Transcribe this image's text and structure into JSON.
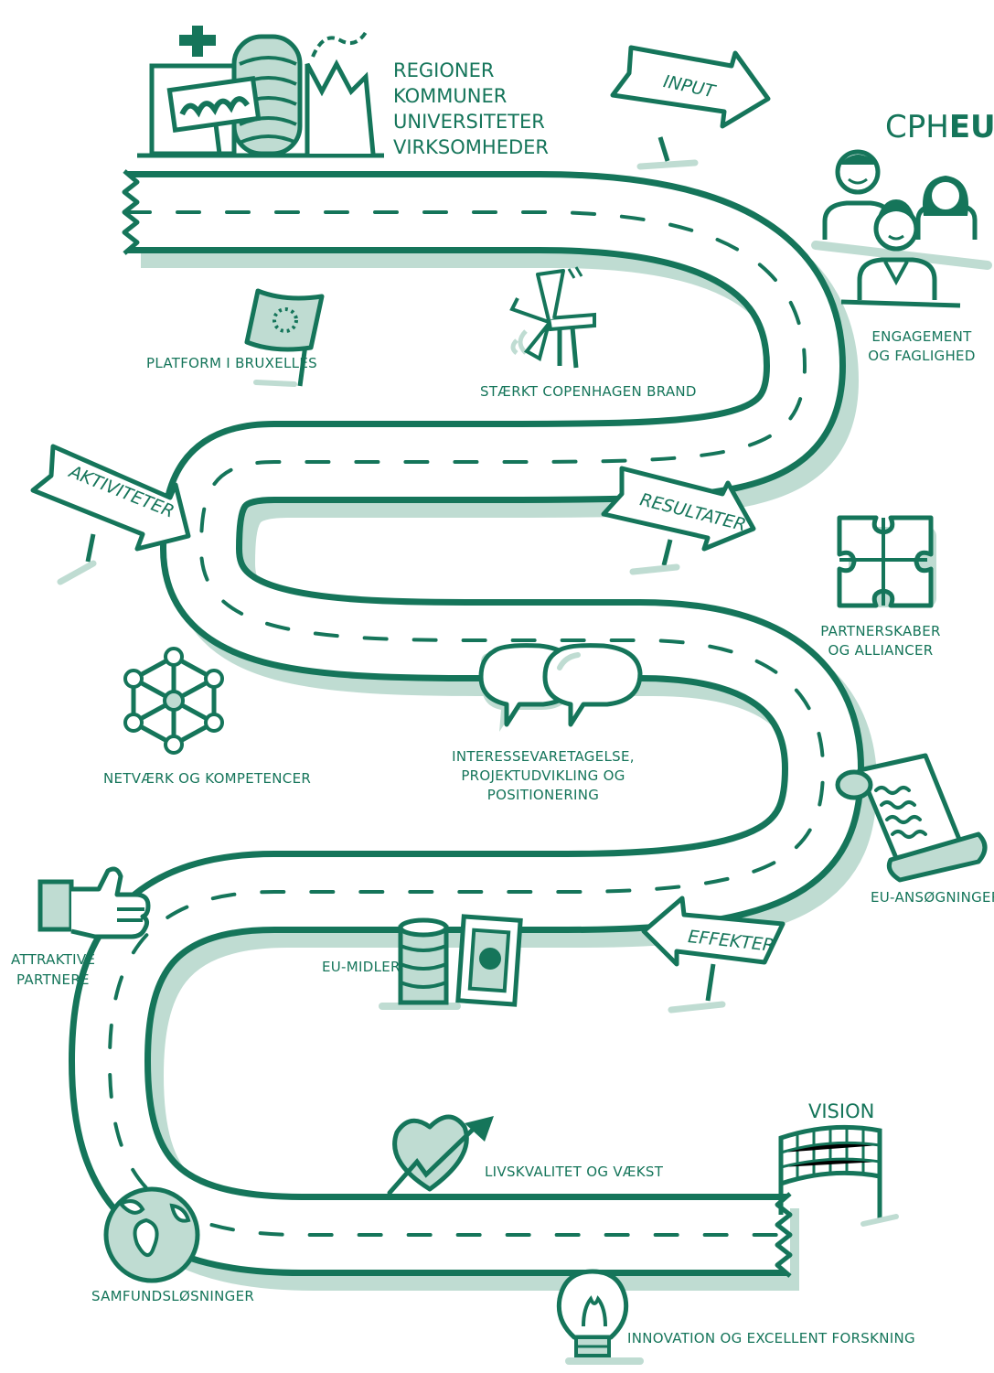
{
  "brand": {
    "prefix": "CPH",
    "suffix": "EU"
  },
  "colors": {
    "ink": "#15755A",
    "shade": "#BFDCD2",
    "road": "#FFFFFF"
  },
  "stakeholders": [
    "REGIONER",
    "KOMMUNER",
    "UNIVERSITETER",
    "VIRKSOMHEDER"
  ],
  "signs": {
    "input": "INPUT",
    "aktiviteter": "AKTIVITETER",
    "resultater": "RESULTATER",
    "effekter": "EFFEKTER",
    "vision": "VISION"
  },
  "labels": {
    "engagement": [
      "ENGAGEMENT",
      "OG FAGLIGHED"
    ],
    "platform": "PLATFORM I BRUXELLES",
    "brand": "STÆRKT COPENHAGEN BRAND",
    "partnerskaber": [
      "PARTNERSKABER",
      "OG ALLIANCER"
    ],
    "netvaerk": "NETVÆRK OG KOMPETENCER",
    "interesse": [
      "INTERESSEVARETAGELSE,",
      "PROJEKTUDVIKLING OG",
      "POSITIONERING"
    ],
    "ansogninger": "EU-ANSØGNINGER",
    "attraktive": [
      "ATTRAKTIVE",
      "PARTNERE"
    ],
    "midler": "EU-MIDLER",
    "livskvalitet": "LIVSKVALITET OG VÆKST",
    "samfund": "SAMFUNDSLØSNINGER",
    "innovation": "INNOVATION OG EXCELLENT FORSKNING"
  },
  "icons": [
    "buildings-icon",
    "people-icon",
    "eu-flag-icon",
    "wind-turbine-icon",
    "puzzle-icon",
    "network-icon",
    "speech-bubbles-icon",
    "scroll-icon",
    "thumbs-up-icon",
    "coins-icon",
    "banknote-icon",
    "heart-growth-icon",
    "checkered-flag-icon",
    "globe-icon",
    "lightbulb-icon"
  ]
}
